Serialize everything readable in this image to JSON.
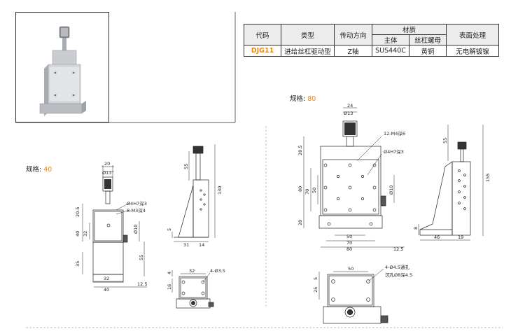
{
  "table": {
    "headers": {
      "code": "代码",
      "type": "类型",
      "drive": "传动方向",
      "material": "材质",
      "material_main": "主体",
      "material_nut": "丝杠螺母",
      "surface": "表面处理"
    },
    "row": {
      "code": "DJG11",
      "type": "进给丝杠驱动型",
      "drive": "Z轴",
      "main": "SUS440C",
      "nut": "黄铜",
      "surface": "无电解镀镍"
    }
  },
  "spec40": {
    "label": "规格:",
    "value": "40",
    "dims": {
      "top_w": "20",
      "knob_d": "Ø13",
      "top_h": "20.5",
      "pin_hole": "Ø4H7深3",
      "screw_holes": "8-M3深4",
      "stage_w": "32",
      "stage_h": "40",
      "bore": "Ø10",
      "side_h": "55",
      "inner_h": "32",
      "base_h": "35",
      "bot_inner": "32",
      "bot_w": "40",
      "offset": "12.5",
      "side_top": "55",
      "side_total": "130",
      "side_foot": "5",
      "side_base": "31",
      "side_plate": "14",
      "plan_w": "32",
      "plan_hole": "4-Ø3.5",
      "plan_h1": "4",
      "plan_h2": "16"
    }
  },
  "spec80": {
    "label": "规格:",
    "value": "80",
    "dims": {
      "top_w": "24",
      "knob_d": "Ø13",
      "top_h": "20.5",
      "screw_holes": "12-M4深6",
      "pin_hole": "Ø4H7深3",
      "stage_h1": "80",
      "stage_h2": "70",
      "stage_h3": "50",
      "bore": "Ø10",
      "base_h": "20",
      "bot_50": "50",
      "bot_70": "70",
      "bot_80": "80",
      "offset": "12.5",
      "side_top": "55",
      "side_total": "155",
      "side_foot": "8",
      "side_base": "46",
      "side_plate": "19",
      "plan_w": "50",
      "plan_holes": "4-Ø4.5通孔",
      "plan_cbore": "沉孔Ø8深4.5",
      "plan_h1": "5",
      "plan_h2": "25"
    }
  }
}
